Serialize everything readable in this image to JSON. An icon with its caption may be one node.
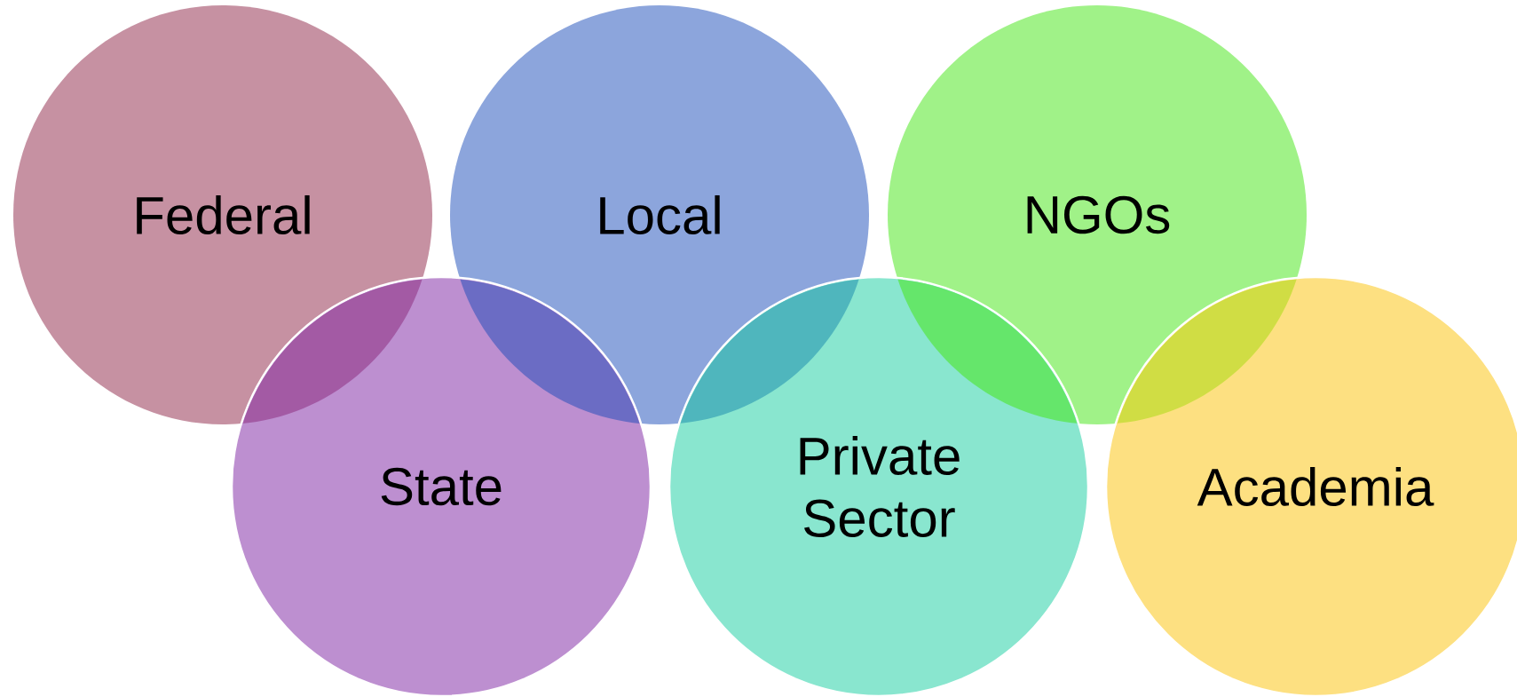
{
  "diagram": {
    "nodes": [
      {
        "text": [
          "Federal"
        ]
      },
      {
        "text": [
          "Local"
        ]
      },
      {
        "text": [
          "NGOs"
        ]
      },
      {
        "text": [
          "State"
        ]
      },
      {
        "text": [
          "Private Sector"
        ]
      },
      {
        "text": [
          "Academia"
        ]
      }
    ]
  }
}
